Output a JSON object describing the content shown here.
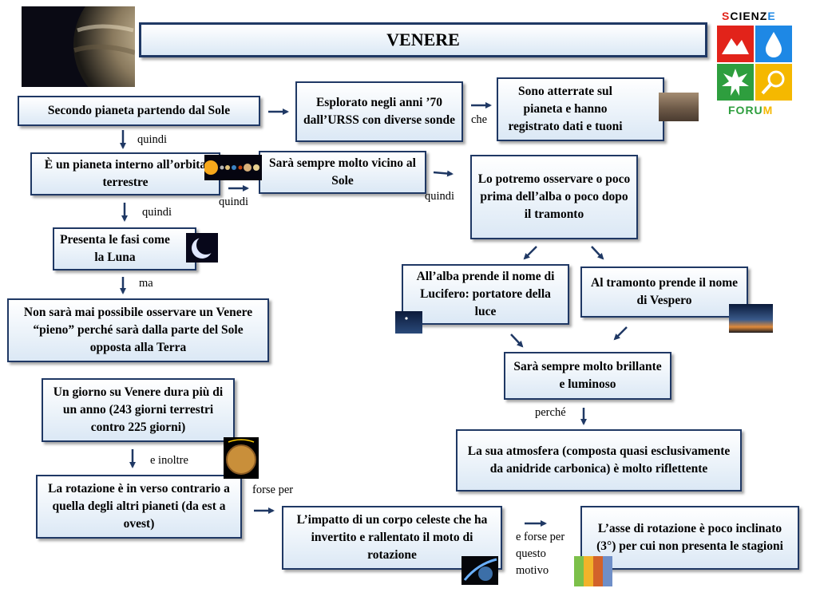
{
  "title": "VENERE",
  "logo": {
    "top_text": "SCIENZE",
    "bottom_text": "FORUM",
    "tile_colors": [
      "#e2231a",
      "#1e88e5",
      "#2e9e3e",
      "#f5b800"
    ]
  },
  "nodes": {
    "secondo": "Secondo pianeta partendo dal Sole",
    "esplorato": "Esplorato negli anni ’70 dall’URSS con diverse sonde",
    "atterrate": "Sono atterrate sul pianeta e hanno registrato dati e tuoni",
    "interno": "È un pianeta interno all’orbita terrestre",
    "vicino": "Sarà sempre molto vicino al Sole",
    "osservare": "Lo potremo osservare o poco prima dell’alba o poco dopo il tramonto",
    "fasi": "Presenta le fasi come la Luna",
    "alba": "All’alba prende il nome di Lucifero: portatore della luce",
    "tramonto": "Al tramonto prende il nome di Vespero",
    "pieno": "Non sarà mai possibile osservare un Venere “pieno” perché sarà dalla parte del Sole opposta alla Terra",
    "brillante": "Sarà sempre molto brillante e luminoso",
    "giorno": "Un giorno su Venere dura più di un anno (243 giorni terrestri contro 225 giorni)",
    "atmosfera": "La sua atmosfera (composta quasi esclusivamente da anidride carbonica) è molto riflettente",
    "rotazione": "La rotazione è in verso contrario a quella degli altri pianeti (da est a ovest)",
    "impatto": "L’impatto di un corpo celeste che ha invertito e rallentato il moto di rotazione",
    "asse": "L’asse di rotazione è poco inclinato (3°) per cui non presenta le stagioni"
  },
  "connectors": {
    "che": "che",
    "quindi_1": "quindi",
    "quindi_2": "quindi",
    "quindi_3": "quindi",
    "quindi_4": "quindi",
    "ma": "ma",
    "perche": "perché",
    "e_inoltre": "e inoltre",
    "forse_per": "forse per",
    "e_forse": "e forse per questo motivo"
  },
  "colors": {
    "border": "#1f3864",
    "arrow": "#1f3864",
    "fill_bottom": "#dbe8f5"
  }
}
